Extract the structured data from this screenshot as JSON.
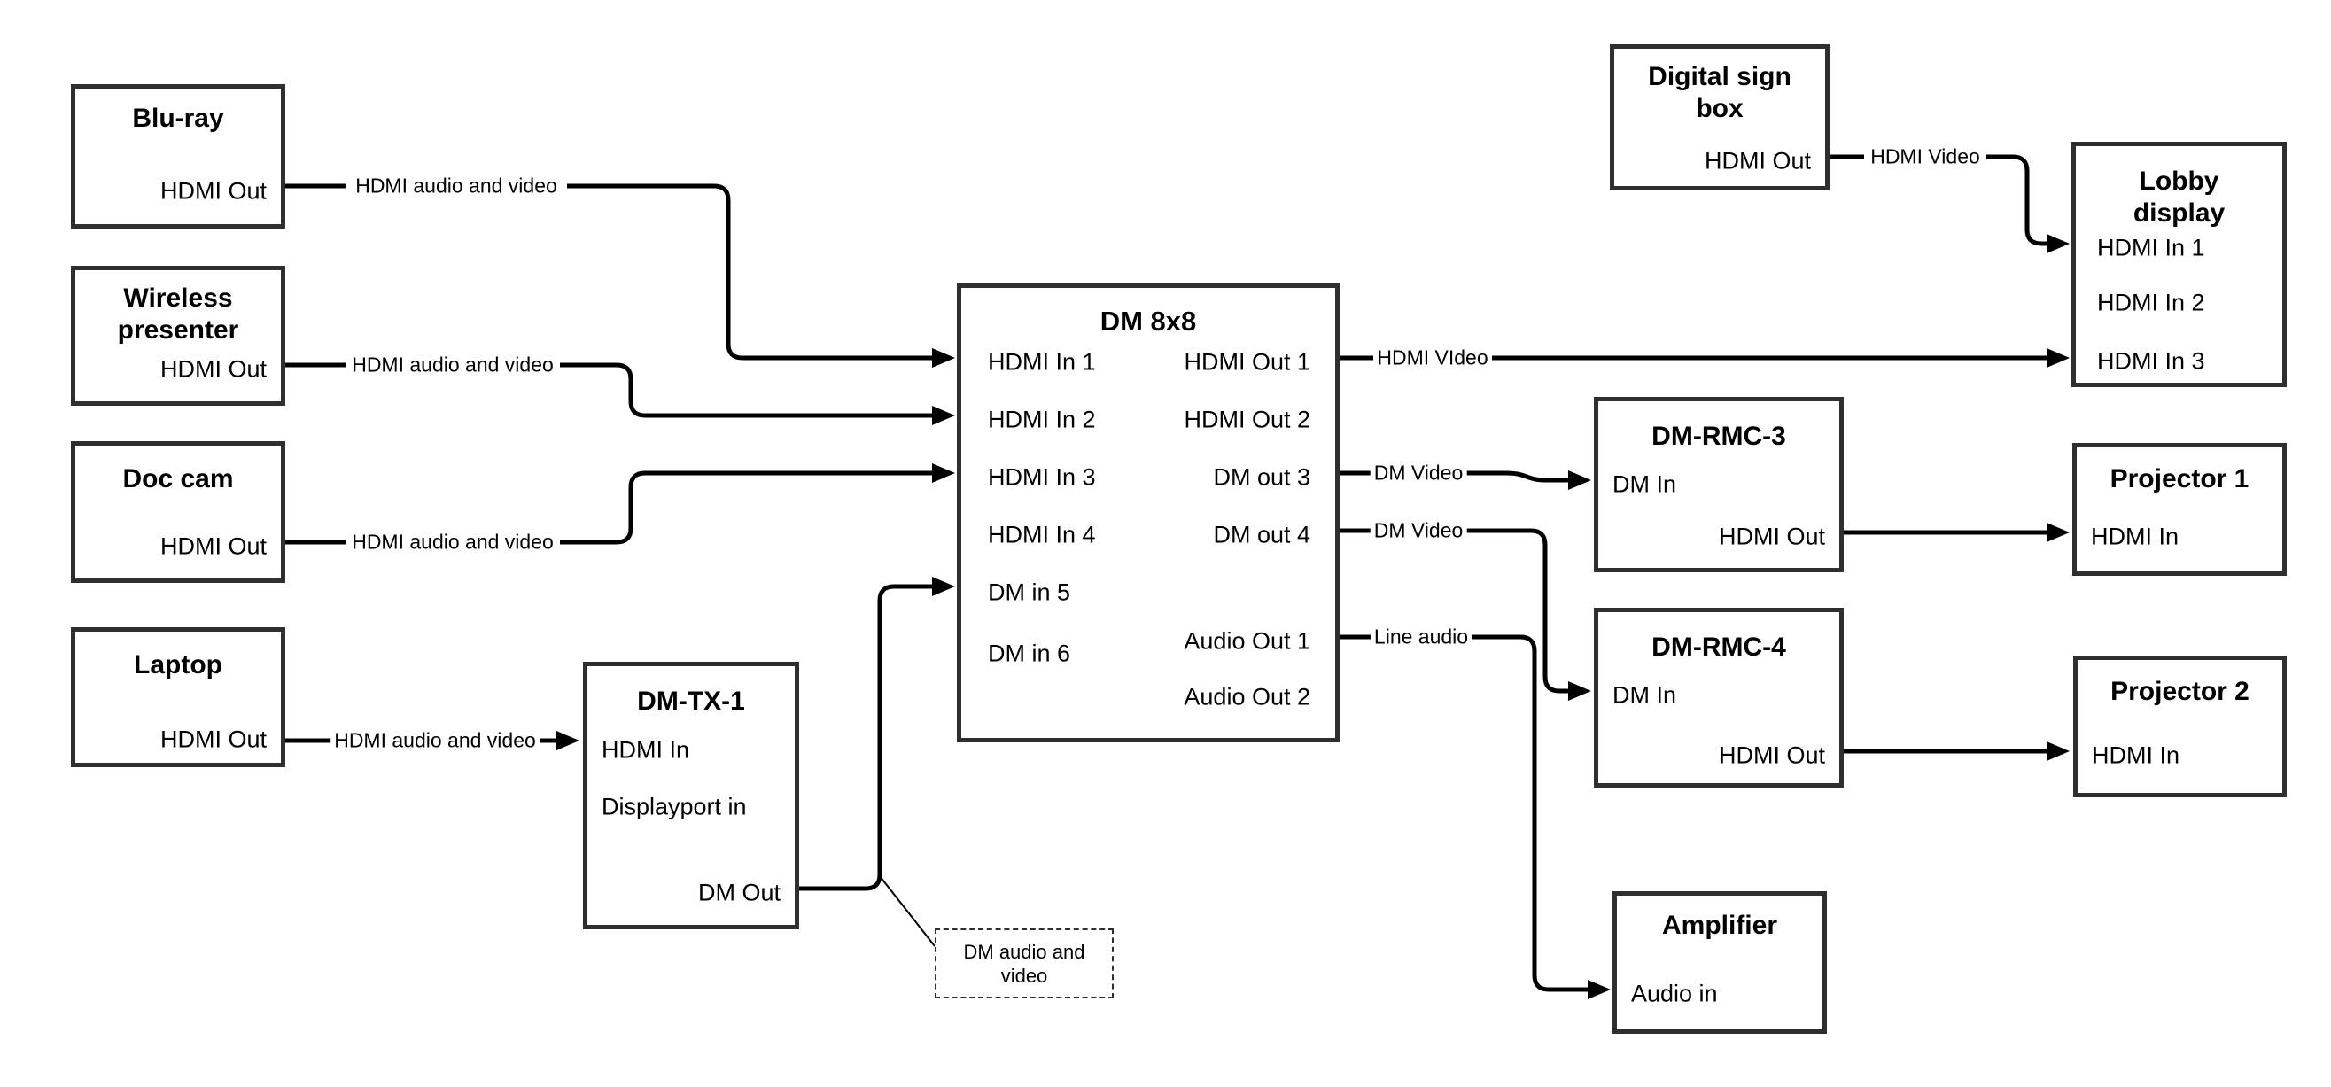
{
  "nodes": {
    "bluray": {
      "title": "Blu-ray",
      "port_hdmi_out": "HDMI Out"
    },
    "wireless_presenter": {
      "title": "Wireless presenter",
      "port_hdmi_out": "HDMI Out"
    },
    "doc_cam": {
      "title": "Doc cam",
      "port_hdmi_out": "HDMI Out"
    },
    "laptop": {
      "title": "Laptop",
      "port_hdmi_out": "HDMI Out"
    },
    "dm_tx_1": {
      "title": "DM-TX-1",
      "port_hdmi_in": "HDMI In",
      "port_displayport_in": "Displayport in",
      "port_dm_out": "DM Out"
    },
    "dm_8x8": {
      "title": "DM 8x8",
      "inputs": [
        "HDMI In 1",
        "HDMI In 2",
        "HDMI In 3",
        "HDMI In 4",
        "DM in 5",
        "DM in 6"
      ],
      "outputs": [
        "HDMI Out 1",
        "HDMI Out 2",
        "DM out 3",
        "DM out 4",
        "Audio Out 1",
        "Audio Out 2"
      ]
    },
    "digital_sign_box": {
      "title": "Digital sign box",
      "port_hdmi_out": "HDMI Out"
    },
    "lobby_display": {
      "title": "Lobby display",
      "ports": [
        "HDMI In 1",
        "HDMI In 2",
        "HDMI In 3"
      ]
    },
    "dm_rmc_3": {
      "title": "DM-RMC-3",
      "port_dm_in": "DM In",
      "port_hdmi_out": "HDMI Out"
    },
    "projector_1": {
      "title": "Projector 1",
      "port_hdmi_in": "HDMI In"
    },
    "dm_rmc_4": {
      "title": "DM-RMC-4",
      "port_dm_in": "DM In",
      "port_hdmi_out": "HDMI Out"
    },
    "projector_2": {
      "title": "Projector 2",
      "port_hdmi_in": "HDMI In"
    },
    "amplifier": {
      "title": "Amplifier",
      "port_audio_in": "Audio in"
    }
  },
  "wire_labels": {
    "bluray_to_dm8x8": "HDMI audio and video",
    "wireless_to_dm8x8": "HDMI audio and video",
    "doccam_to_dm8x8": "HDMI audio and video",
    "laptop_to_dmtx1": "HDMI audio and video",
    "dm8x8_out1_to_lobby": "HDMI VIdeo",
    "dsb_to_lobby": "HDMI Video",
    "dm8x8_out3_to_rmc3": "DM Video",
    "dm8x8_out4_to_rmc4": "DM Video",
    "dm8x8_audio1_to_amp": "Line audio"
  },
  "annotation": {
    "dm_av_note": "DM audio and video"
  },
  "colors": {
    "background": "#ffffff",
    "box_border": "#2f2f2f",
    "wire": "#000000",
    "text": "#000000"
  }
}
